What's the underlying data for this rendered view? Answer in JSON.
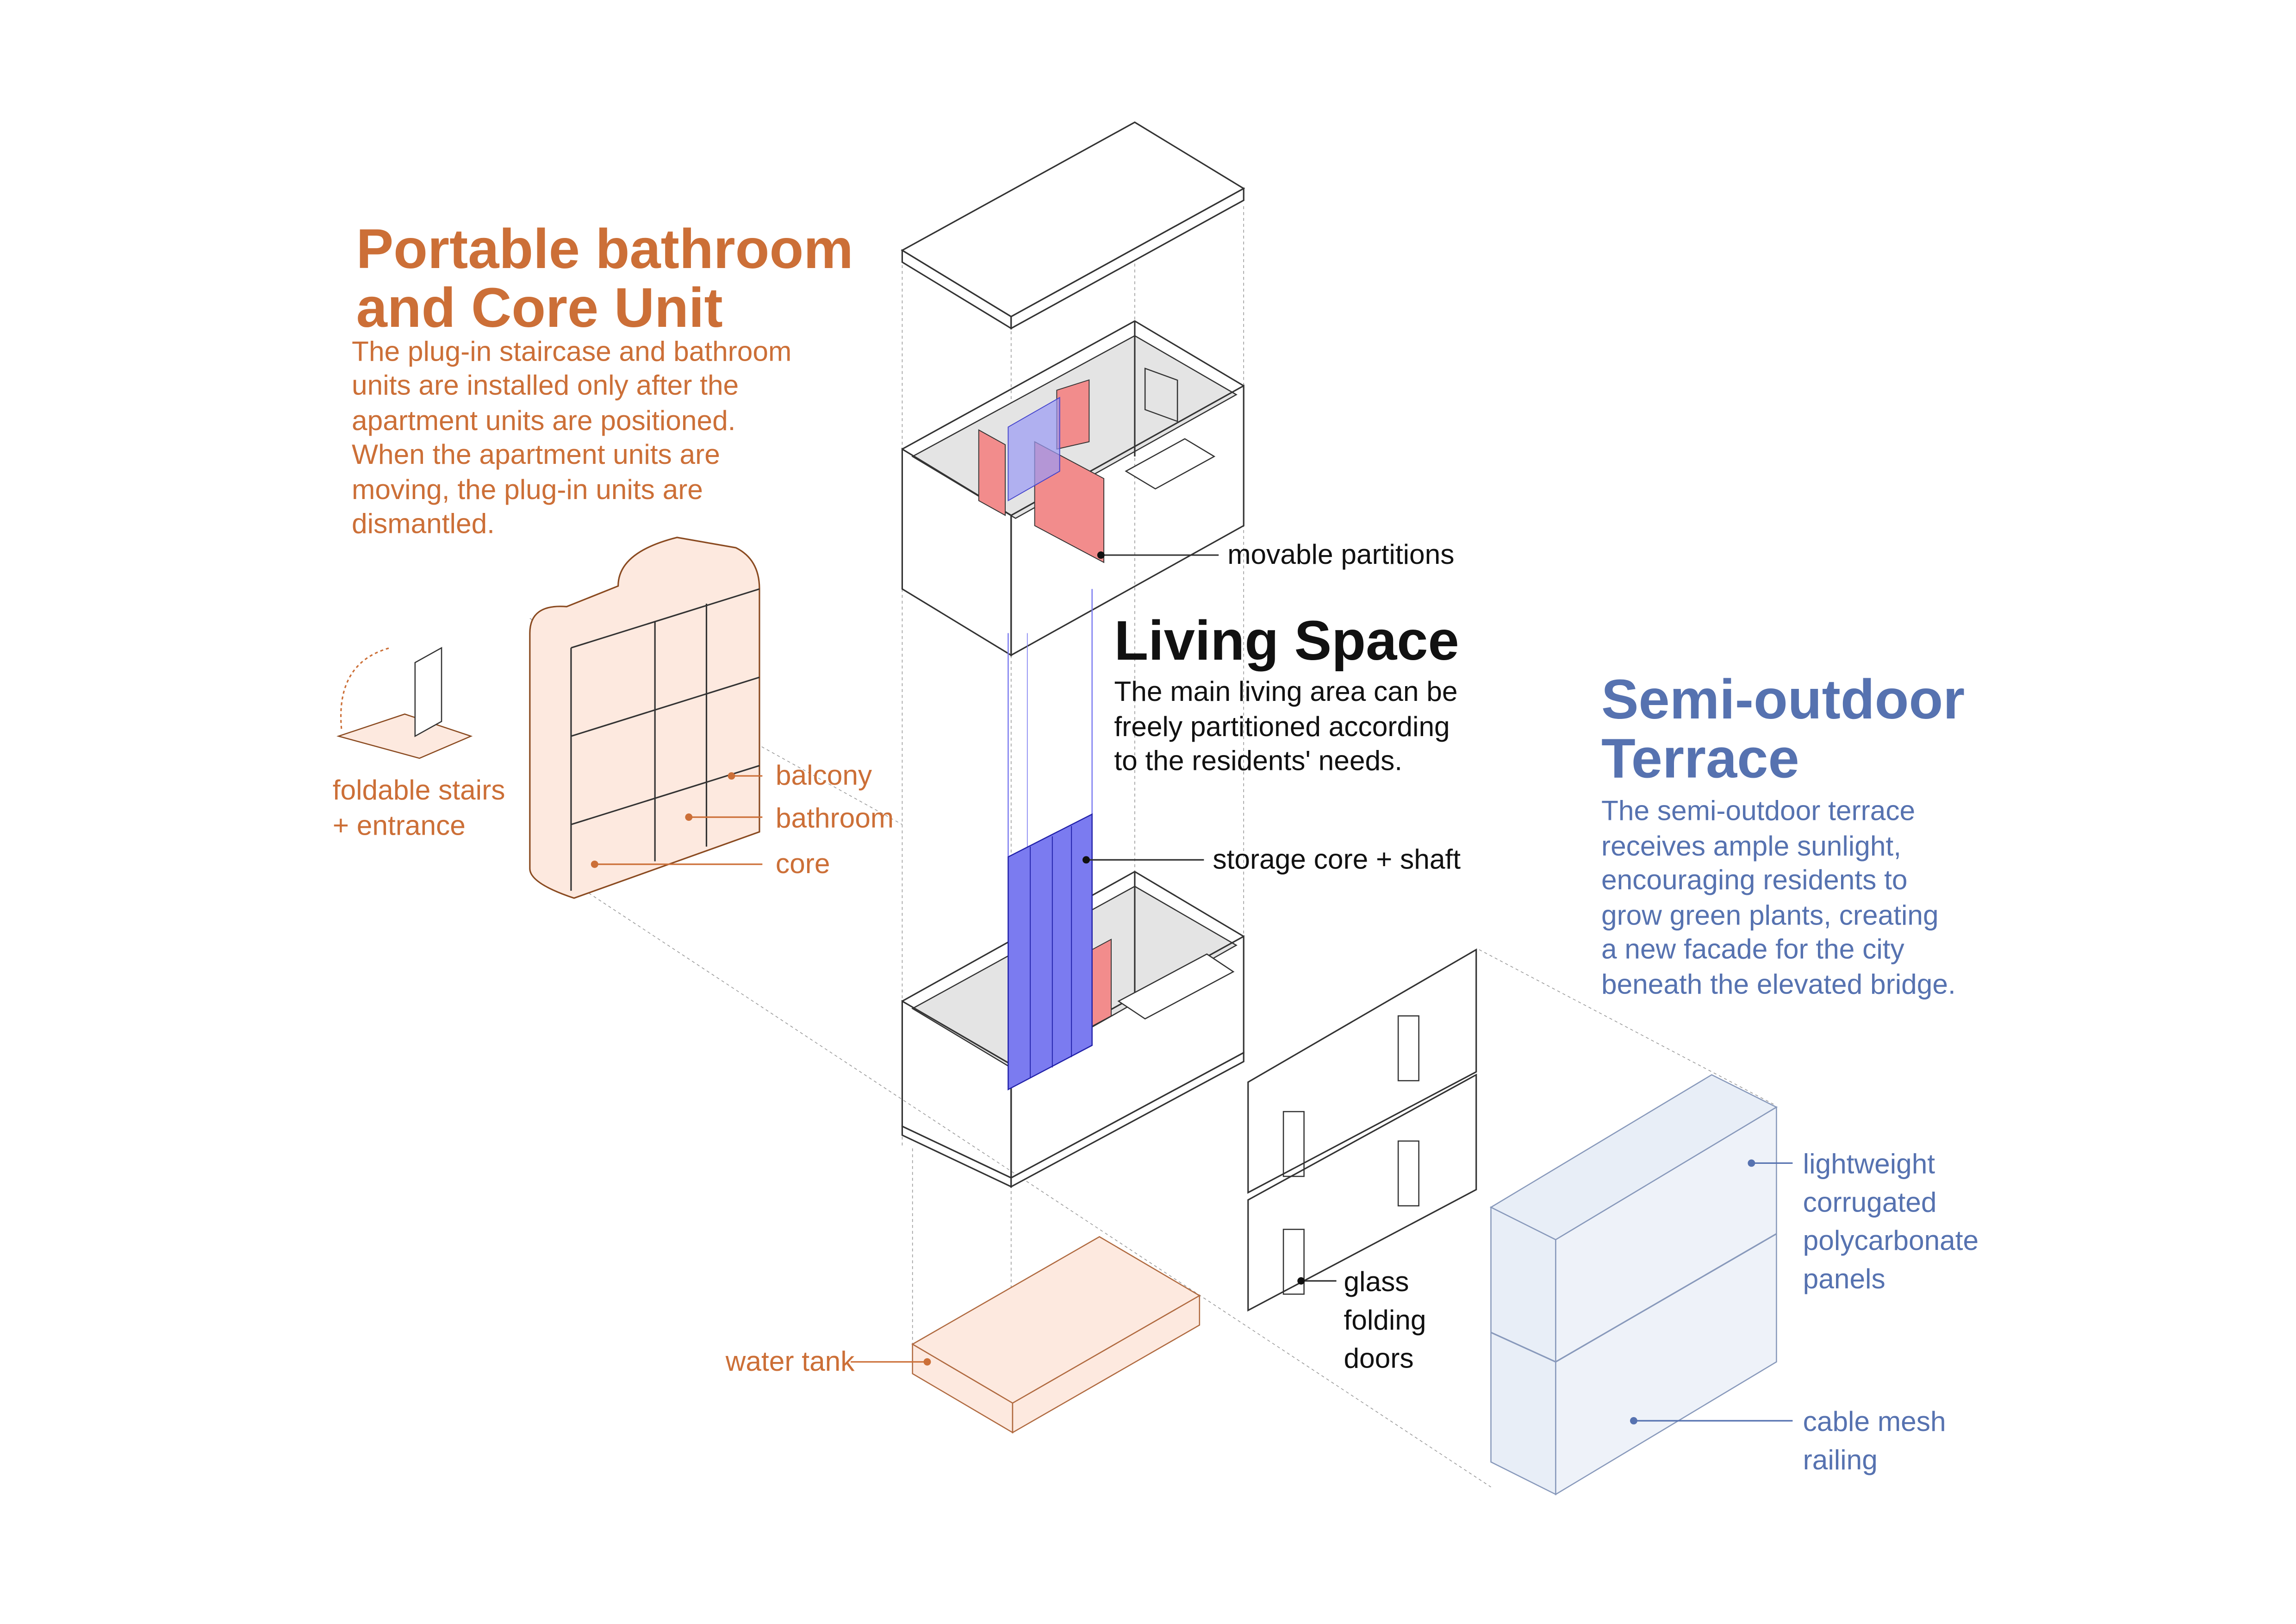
{
  "colors": {
    "orange": "#CC6F37",
    "blue": "#5672B0",
    "core_blue": "#7B7BF0",
    "partition_pink": "#F28C8C",
    "orange_fill": "#FDE9DF",
    "terrace_fill": "#E8EEF7"
  },
  "core_section": {
    "title_lines": [
      "Portable bathroom",
      "and Core Unit"
    ],
    "body_lines": [
      "The plug-in staircase and bathroom",
      "units are installed only after the",
      "apartment units are positioned.",
      "When the apartment units are",
      "moving, the plug-in units are",
      "dismantled."
    ],
    "labels": {
      "foldable_lines": [
        "foldable stairs",
        "+ entrance"
      ],
      "balcony": "balcony",
      "bathroom": "bathroom",
      "core": "core",
      "water_tank": "water tank"
    }
  },
  "living_section": {
    "title": "Living Space",
    "body_lines": [
      "The main living area can be",
      "freely partitioned according",
      "to the residents' needs."
    ],
    "labels": {
      "movable_partitions": "movable partitions",
      "storage_core": "storage core + shaft",
      "glass_doors_lines": [
        "glass",
        "folding",
        "doors"
      ]
    }
  },
  "terrace_section": {
    "title_lines": [
      "Semi-outdoor",
      "Terrace"
    ],
    "body_lines": [
      "The semi-outdoor terrace",
      "receives ample sunlight,",
      "encouraging residents to",
      "grow green plants, creating",
      "a new facade for the city",
      "beneath the elevated bridge."
    ],
    "labels": {
      "panels_lines": [
        "lightweight",
        "corrugated",
        "polycarbonate",
        "panels"
      ],
      "railing_lines": [
        "cable mesh",
        "railing"
      ]
    }
  }
}
